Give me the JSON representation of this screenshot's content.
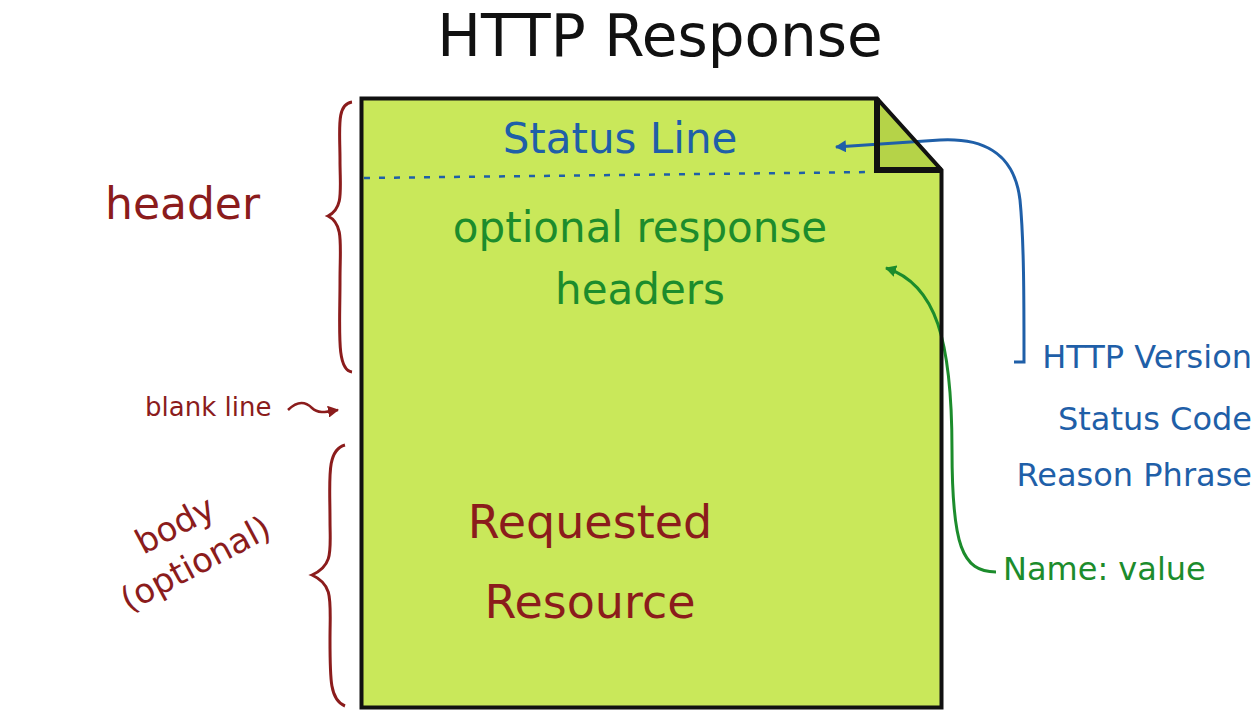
{
  "diagram": {
    "title": "HTTP Response",
    "nodes": [
      {
        "text": [
          "Status Line",
          "optional response headers",
          "Requested Resource"
        ]
      }
    ],
    "labels": [
      "header",
      "blank line",
      "body (optional)",
      "HTTP Version",
      "Status Code",
      "Reason Phrase",
      "Name: value"
    ]
  }
}
